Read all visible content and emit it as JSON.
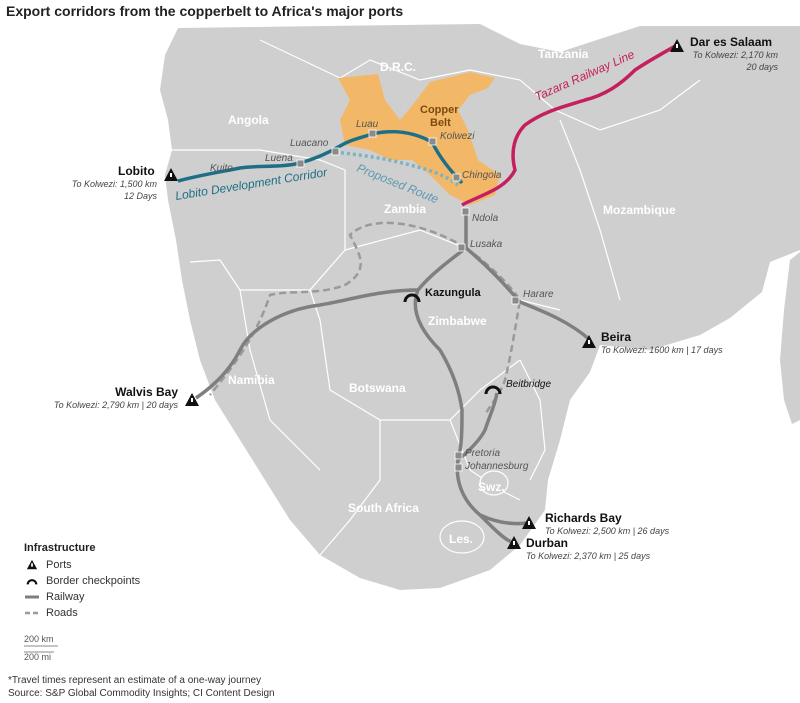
{
  "title": "Export corridors from the copperbelt to Africa's major ports",
  "countries": {
    "drc": "D.R.C.",
    "tanzania": "Tanzania",
    "angola": "Angola",
    "zambia": "Zambia",
    "mozambique": "Mozambique",
    "zimbabwe": "Zimbabwe",
    "namibia": "Namibia",
    "botswana": "Botswana",
    "south_africa": "South Africa",
    "swaziland": "Swz.",
    "lesotho": "Les."
  },
  "region": {
    "copper_belt_line1": "Copper",
    "copper_belt_line2": "Belt"
  },
  "cities": {
    "luau": "Luau",
    "luacano": "Luacano",
    "luena": "Luena",
    "kuito": "Kuito",
    "kolwezi": "Kolwezi",
    "chingola": "Chingola",
    "ndola": "Ndola",
    "lusaka": "Lusaka",
    "harare": "Harare",
    "pretoria": "Pretoria",
    "johannesburg": "Johannesburg"
  },
  "checkpoints": {
    "kazungula": "Kazungula",
    "beitbridge": "Beitbridge"
  },
  "ports": {
    "lobito": {
      "name": "Lobito",
      "note1": "To Kolwezi: 1,500 km",
      "note2": "12 Days"
    },
    "dar": {
      "name": "Dar es Salaam",
      "note1": "To Kolwezi: 2,170 km",
      "note2": "20 days"
    },
    "beira": {
      "name": "Beira",
      "note1": "To Kolwezi: 1600 km  | 17 days"
    },
    "walvis": {
      "name": "Walvis Bay",
      "note1": "To Kolwezi: 2,790 km | 20 days"
    },
    "richards": {
      "name": "Richards Bay",
      "note1": "To Kolwezi: 2,500 km | 26 days"
    },
    "durban": {
      "name": "Durban",
      "note1": "To Kolwezi: 2,370 km  | 25 days"
    }
  },
  "corridors": {
    "lobito": "Lobito Development Corridor",
    "proposed": "Proposed Route",
    "tazara": "Tazara Railway Line"
  },
  "legend": {
    "heading": "Infrastructure",
    "ports": "Ports",
    "checkpoints": "Border checkpoints",
    "railway": "Railway",
    "roads": "Roads"
  },
  "scale": {
    "km": "200 km",
    "mi": "200 mi"
  },
  "footnote": "*Travel times represent an estimate of a one-way journey",
  "source": "Source: S&P Global Commodity Insights; CI Content Design",
  "colors": {
    "land": "#cfcfcf",
    "copperbelt": "#f3b867",
    "lobito_corridor": "#1e6f86",
    "proposed_route": "#7ab3c6",
    "tazara": "#c51f5d",
    "railway": "#7f7f7f",
    "road": "#9a9a9a"
  }
}
